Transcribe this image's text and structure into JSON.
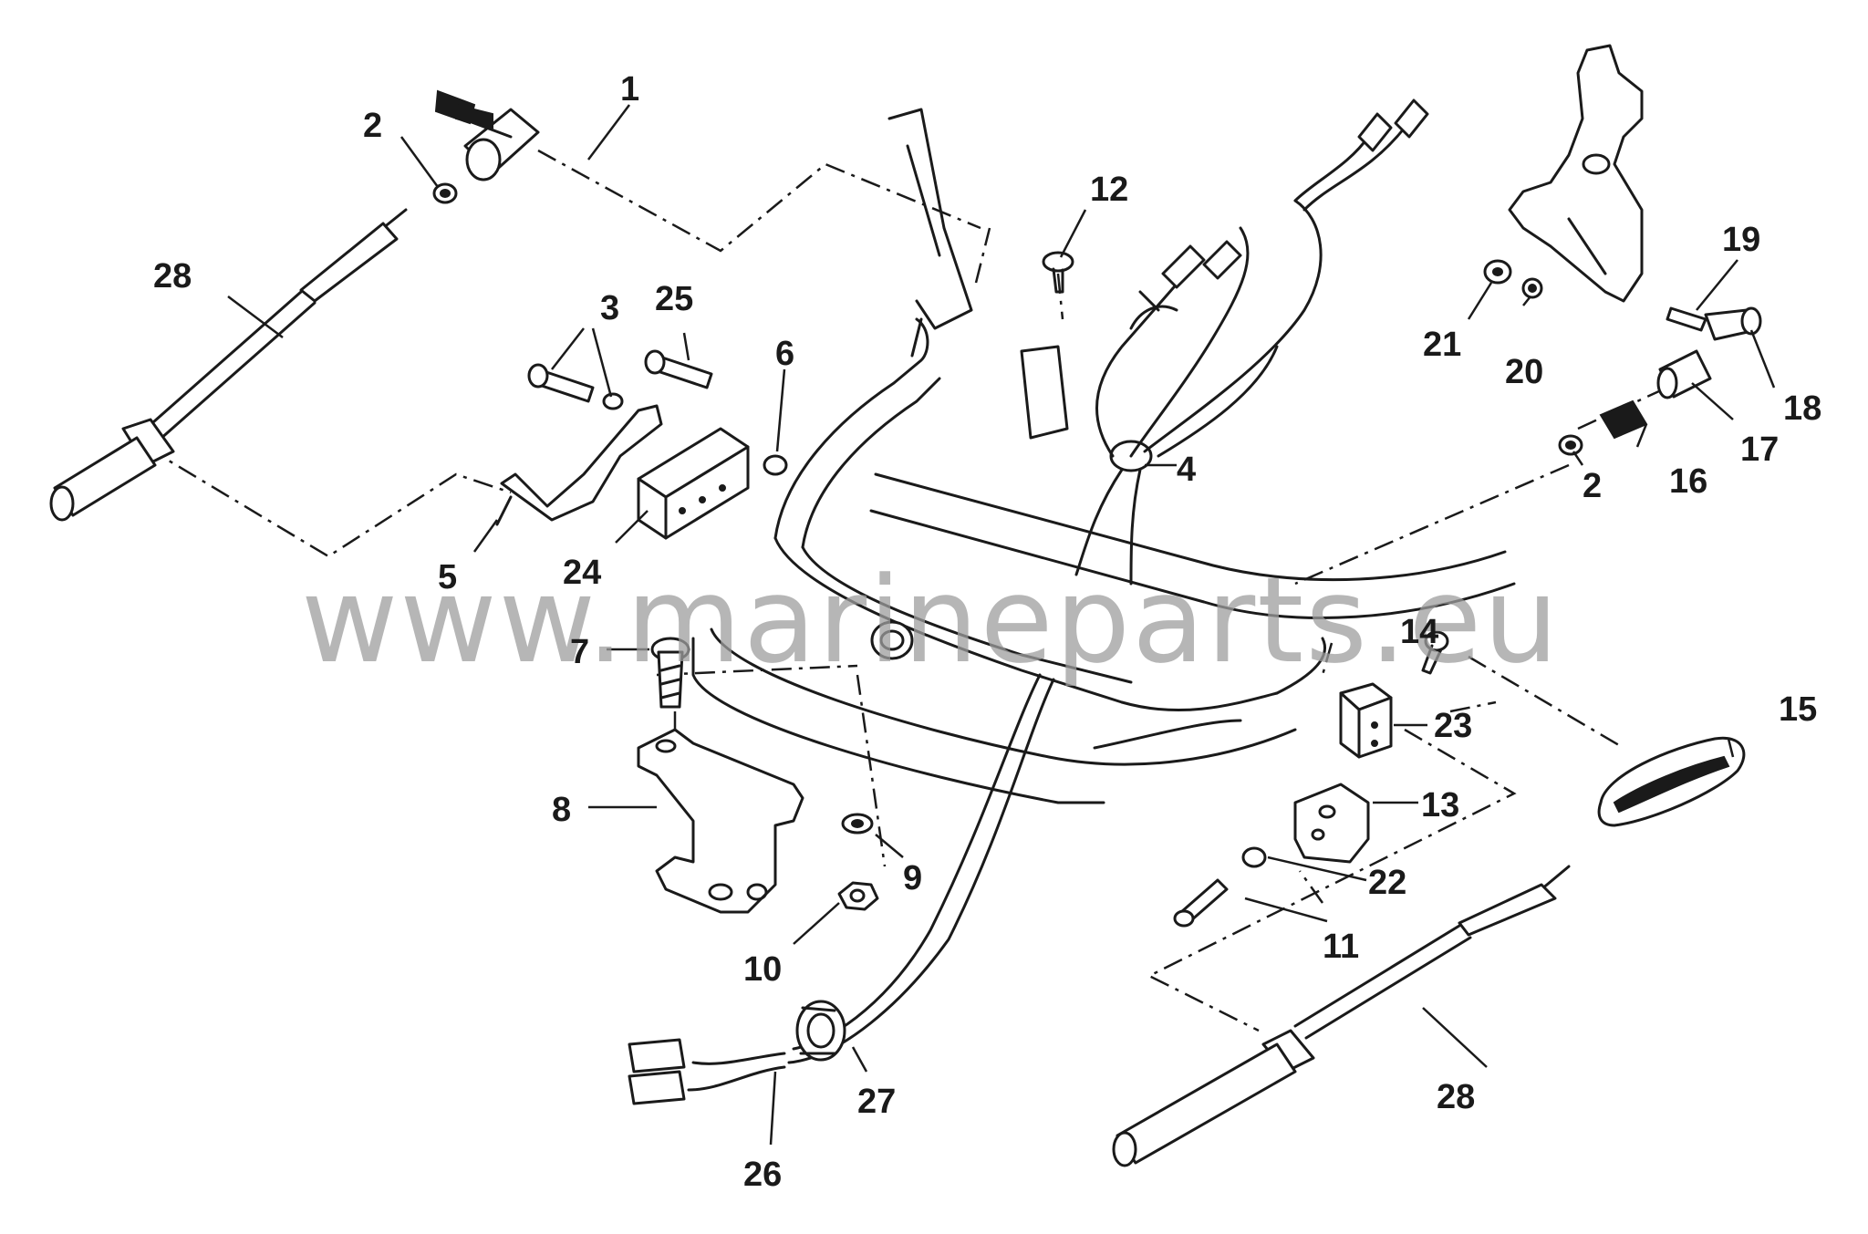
{
  "watermark": "www.marineparts.eu",
  "callouts": {
    "c1": "1",
    "c2a": "2",
    "c2b": "2",
    "c3": "3",
    "c4": "4",
    "c5": "5",
    "c6": "6",
    "c7": "7",
    "c8": "8",
    "c9": "9",
    "c10": "10",
    "c11": "11",
    "c12": "12",
    "c13": "13",
    "c14": "14",
    "c15": "15",
    "c16": "16",
    "c17": "17",
    "c18": "18",
    "c19": "19",
    "c20": "20",
    "c21": "21",
    "c22": "22",
    "c23": "23",
    "c24": "24",
    "c25": "25",
    "c26": "26",
    "c27": "27",
    "c28a": "28",
    "c28b": "28"
  }
}
